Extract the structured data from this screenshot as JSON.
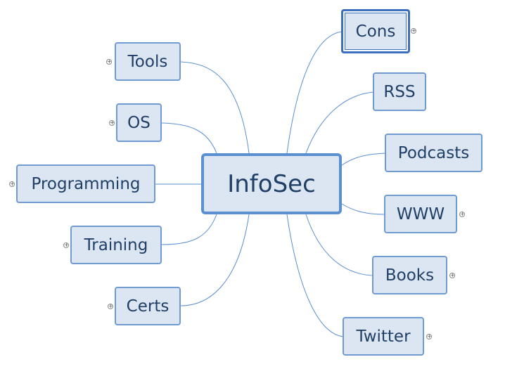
{
  "diagram": {
    "central": {
      "label": "InfoSec"
    },
    "left_branches": [
      {
        "id": "tools",
        "label": "Tools"
      },
      {
        "id": "os",
        "label": "OS"
      },
      {
        "id": "programming",
        "label": "Programming"
      },
      {
        "id": "training",
        "label": "Training"
      },
      {
        "id": "certs",
        "label": "Certs"
      }
    ],
    "right_branches": [
      {
        "id": "cons",
        "label": "Cons"
      },
      {
        "id": "rss",
        "label": "RSS"
      },
      {
        "id": "podcasts",
        "label": "Podcasts"
      },
      {
        "id": "www",
        "label": "WWW"
      },
      {
        "id": "books",
        "label": "Books"
      },
      {
        "id": "twitter",
        "label": "Twitter"
      }
    ],
    "expander_symbol": "+",
    "colors": {
      "node_fill": "#dce6f2",
      "node_border": "#6f9bd0",
      "text": "#1f3f66",
      "link": "#5b8fd0"
    }
  }
}
